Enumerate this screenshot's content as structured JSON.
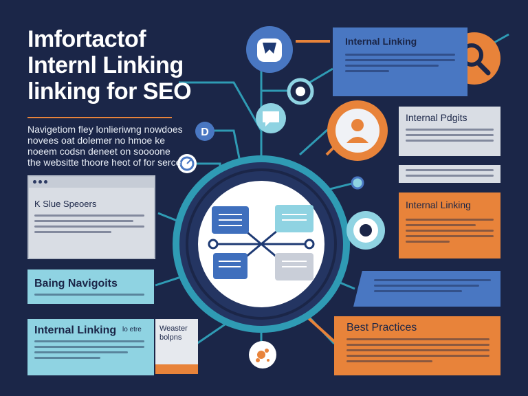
{
  "title": {
    "line1": "Imfortactof",
    "line2": "Internl Linking",
    "line3": "linking for SEO"
  },
  "subtitle": "Navigetiom fley lonlieriwng nowdoes novees oat dolemer no hmoe ke noeem codsn deneet on soooone the websitte thoore heot of for serce",
  "cards": {
    "browser_title": "K Slue Speoers",
    "teal1_title": "Baing Navigoits",
    "teal2_title": "Internal Linking",
    "teal2_small": "lo etre",
    "mini_title": "Weaster bolpns",
    "blue1_title": "Internal Linking",
    "grey1_title": "Internal Pdgits",
    "orange1_title": "Internal Linking",
    "orange2_title": "Best Practices"
  },
  "colors": {
    "background": "#1b2648",
    "blue": "#4977c2",
    "orange": "#e8833a",
    "teal": "#8fd3e2",
    "light_grey": "#d9dde4",
    "ring": "#2f9bb4"
  },
  "icons": [
    "person-icon",
    "search-icon",
    "shield-icon",
    "target-icon",
    "clock-icon",
    "d-badge-icon",
    "chat-icon",
    "bug-icon",
    "network-icon"
  ]
}
